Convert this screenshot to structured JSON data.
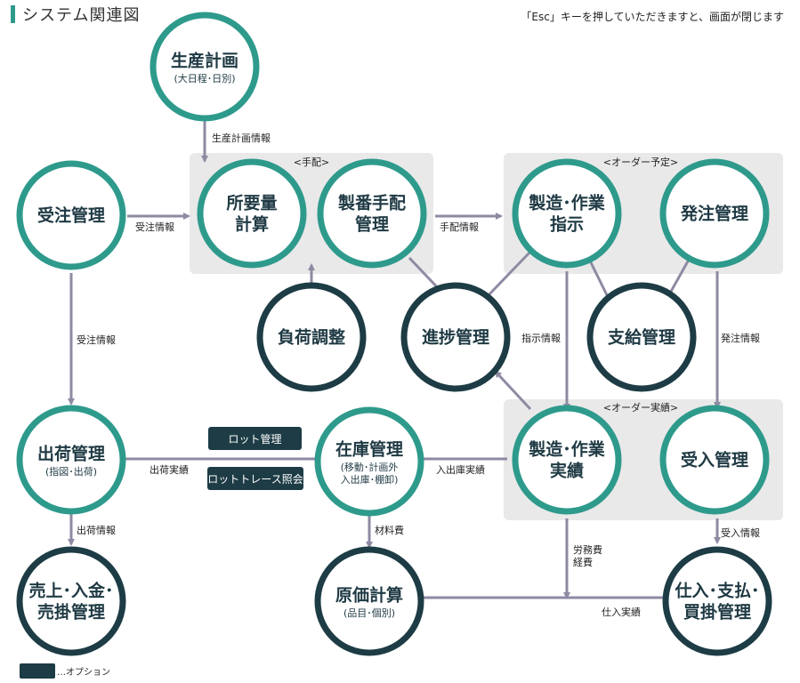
{
  "header": {
    "title": "システム関連図",
    "hint": "「Esc」キーを押していただきますと、画面が閉じます"
  },
  "colors": {
    "teal": "#2e9a8c",
    "dark": "#1d3c45",
    "group_bg": "#e9e9e9",
    "arrow": "#8f8aa3"
  },
  "groups": [
    {
      "id": "tehai",
      "label": "<手配>"
    },
    {
      "id": "order-plan",
      "label": "<オーダー予定>"
    },
    {
      "id": "order-actual",
      "label": "<オーダー実績>"
    }
  ],
  "nodes": [
    {
      "id": "seisan",
      "lines": [
        "生産計画"
      ],
      "sub": [
        "(大日程･日別)"
      ],
      "style": "teal"
    },
    {
      "id": "juchu",
      "lines": [
        "受注管理"
      ],
      "sub": [],
      "style": "teal"
    },
    {
      "id": "shoyo",
      "lines": [
        "所要量",
        "計算"
      ],
      "sub": [],
      "style": "teal"
    },
    {
      "id": "seiban",
      "lines": [
        "製番手配",
        "管理"
      ],
      "sub": [],
      "style": "teal"
    },
    {
      "id": "seizo-shiji",
      "lines": [
        "製造･作業",
        "指示"
      ],
      "sub": [],
      "style": "teal"
    },
    {
      "id": "hatchu",
      "lines": [
        "発注管理"
      ],
      "sub": [],
      "style": "teal"
    },
    {
      "id": "fuka",
      "lines": [
        "負荷調整"
      ],
      "sub": [],
      "style": "dark"
    },
    {
      "id": "shinchoku",
      "lines": [
        "進捗管理"
      ],
      "sub": [],
      "style": "dark"
    },
    {
      "id": "shikyu",
      "lines": [
        "支給管理"
      ],
      "sub": [],
      "style": "dark"
    },
    {
      "id": "shukka",
      "lines": [
        "出荷管理"
      ],
      "sub": [
        "(指図･出荷)"
      ],
      "style": "teal"
    },
    {
      "id": "zaiko",
      "lines": [
        "在庫管理"
      ],
      "sub": [
        "(移動･計画外",
        "入出庫･棚卸)"
      ],
      "style": "teal"
    },
    {
      "id": "seizo-jisseki",
      "lines": [
        "製造･作業",
        "実績"
      ],
      "sub": [],
      "style": "teal"
    },
    {
      "id": "ukeire",
      "lines": [
        "受入管理"
      ],
      "sub": [],
      "style": "teal"
    },
    {
      "id": "uriage",
      "lines": [
        "売上･入金･",
        "売掛管理"
      ],
      "sub": [],
      "style": "dark"
    },
    {
      "id": "genka",
      "lines": [
        "原価計算"
      ],
      "sub": [
        "(品目･個別)"
      ],
      "style": "dark"
    },
    {
      "id": "shiire",
      "lines": [
        "仕入･支払･",
        "買掛管理"
      ],
      "sub": [],
      "style": "dark"
    }
  ],
  "edge_labels": [
    {
      "id": "seisan-info",
      "lines": [
        "生産計画情報"
      ]
    },
    {
      "id": "juchu-info-1",
      "lines": [
        "受注情報"
      ]
    },
    {
      "id": "tehai-info",
      "lines": [
        "手配情報"
      ]
    },
    {
      "id": "juchu-info-2",
      "lines": [
        "受注情報"
      ]
    },
    {
      "id": "shiji-info",
      "lines": [
        "指示情報"
      ]
    },
    {
      "id": "hatchu-info",
      "lines": [
        "発注情報"
      ]
    },
    {
      "id": "shukka-jisseki",
      "lines": [
        "出荷実績"
      ]
    },
    {
      "id": "nyushukko-jisseki",
      "lines": [
        "入出庫実績"
      ]
    },
    {
      "id": "shukka-info",
      "lines": [
        "出荷情報"
      ]
    },
    {
      "id": "zairyo",
      "lines": [
        "材料費"
      ]
    },
    {
      "id": "romu",
      "lines": [
        "労務費",
        "経費"
      ]
    },
    {
      "id": "ukeire-info",
      "lines": [
        "受入情報"
      ]
    },
    {
      "id": "shiire-jisseki",
      "lines": [
        "仕入実績"
      ]
    }
  ],
  "options": {
    "lot": "ロット管理",
    "lot_trace": "ロットトレース照会"
  },
  "legend": {
    "text": "…オプション"
  }
}
